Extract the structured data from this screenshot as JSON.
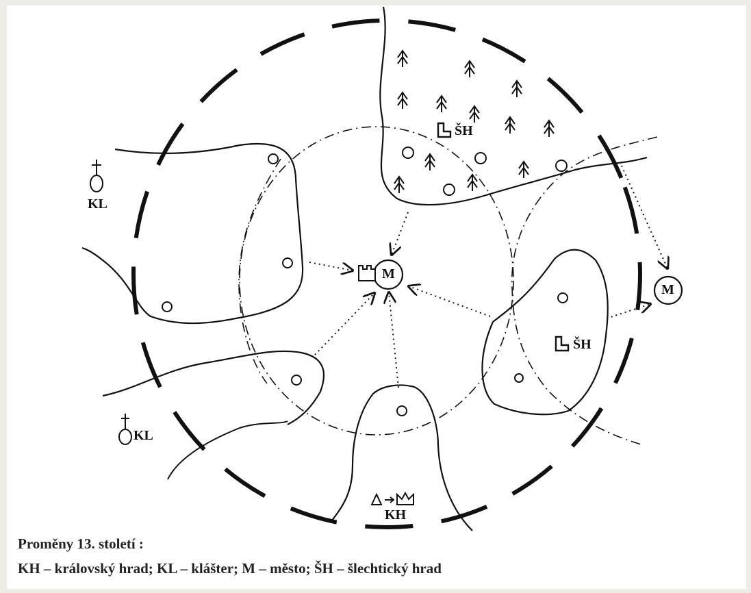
{
  "map": {
    "labels": {
      "ksh_top": "ŠH",
      "kl_top": "KL",
      "m_center": "M",
      "m_right": "M",
      "sh_right": "ŠH",
      "kl_bottom": "KL",
      "kh_bottom": "KH"
    }
  },
  "caption": {
    "title": "Proměny 13. století :",
    "legend": "KH – královský hrad; KL – klášter; M – město; ŠH – šlechtický hrad"
  },
  "colors": {
    "ink": "#111111",
    "paper": "#ffffff",
    "border": "#ecebe6"
  }
}
